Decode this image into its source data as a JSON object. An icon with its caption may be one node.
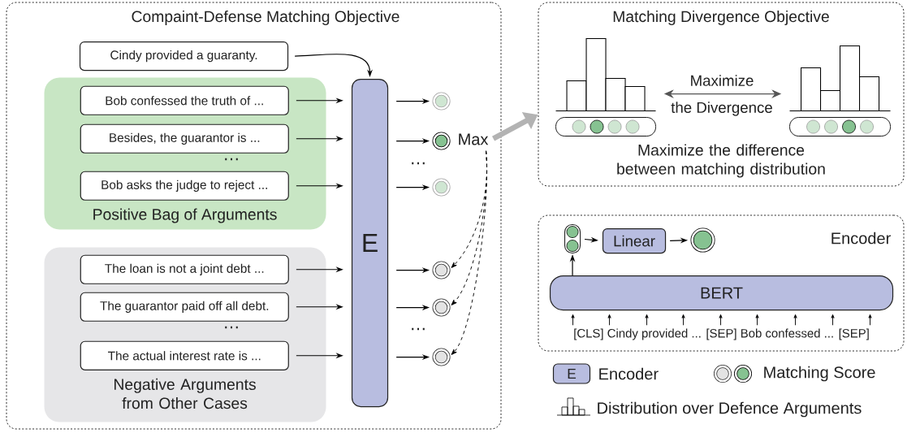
{
  "diagram": {
    "nodes": [
      {
        "text": [
          "Compaint-Defense Matching Objective"
        ]
      },
      {
        "text": [
          "Cindy provided a guaranty."
        ],
        "in": 0
      },
      {
        "text": [
          "Positive Bag of Arguments"
        ],
        "in": 0
      },
      {
        "text": [
          "Bob confessed the truth of ..."
        ],
        "in": 2
      },
      {
        "text": [
          "Besides, the guarantor is ..."
        ],
        "in": 2
      },
      {
        "text": [
          "Bob asks the judge to reject ..."
        ],
        "in": 2
      },
      {
        "text": [
          "Negative Arguments from Other Cases"
        ],
        "in": 0
      },
      {
        "text": [
          "The loan is not a joint debt ..."
        ],
        "in": 6
      },
      {
        "text": [
          "The guarantor paid off all debt."
        ],
        "in": 6
      },
      {
        "text": [
          "The actual interest rate is ..."
        ],
        "in": 6
      },
      {
        "text": [
          "E"
        ],
        "in": 0
      },
      {
        "text": [],
        "shape": "circle",
        "in": 0
      },
      {
        "text": [],
        "shape": "circle",
        "in": 0
      },
      {
        "text": [],
        "shape": "circle",
        "in": 0
      },
      {
        "text": [],
        "shape": "circle",
        "in": 0
      },
      {
        "text": [],
        "shape": "circle",
        "in": 0
      },
      {
        "text": [],
        "shape": "circle",
        "in": 0
      },
      {
        "text": [
          "Max"
        ],
        "in": 0
      },
      {
        "text": [
          "Matching Divergence Objective",
          "Maximize the difference between matching distribution"
        ]
      },
      {
        "text": [],
        "shape": "picture",
        "in": 18
      },
      {
        "text": [],
        "shape": "picture",
        "in": 18
      },
      {
        "text": [
          "Encoder"
        ]
      },
      {
        "text": [],
        "shape": "box",
        "in": 21
      },
      {
        "text": [
          "Linear"
        ],
        "in": 21
      },
      {
        "text": [],
        "shape": "circle",
        "in": 21
      },
      {
        "text": [
          "BERT"
        ],
        "in": 21
      },
      {
        "text": [
          "[CLS] Cindy provided ... [SEP] Bob confessed ... [SEP]"
        ],
        "in": 21
      }
    ],
    "edges": [
      {
        "from": 1,
        "to": 10,
        "arrow": "to"
      },
      {
        "from": 3,
        "to": 10,
        "arrow": "to"
      },
      {
        "from": 4,
        "to": 10,
        "arrow": "to"
      },
      {
        "from": 5,
        "to": 10,
        "arrow": "to"
      },
      {
        "from": 7,
        "to": 10,
        "arrow": "to"
      },
      {
        "from": 8,
        "to": 10,
        "arrow": "to"
      },
      {
        "from": 9,
        "to": 10,
        "arrow": "to"
      },
      {
        "from": 10,
        "to": 11,
        "arrow": "to"
      },
      {
        "from": 10,
        "to": 12,
        "arrow": "to"
      },
      {
        "from": 10,
        "to": 13,
        "arrow": "to"
      },
      {
        "from": 10,
        "to": 14,
        "arrow": "to"
      },
      {
        "from": 10,
        "to": 15,
        "arrow": "to"
      },
      {
        "from": 10,
        "to": 16,
        "arrow": "to"
      },
      {
        "from": 17,
        "to": 14,
        "arrow": "to",
        "style": "dashed"
      },
      {
        "from": 17,
        "to": 15,
        "arrow": "to",
        "style": "dashed"
      },
      {
        "from": 17,
        "to": 16,
        "arrow": "to",
        "style": "dashed"
      },
      {
        "from": 17,
        "to": 18,
        "arrow": "to",
        "style": "thick",
        "color": "#b3b3b3"
      },
      {
        "from": 19,
        "to": 20,
        "arrow": "both",
        "color": "#555555"
      },
      {
        "from": 26,
        "to": 25,
        "arrow": "to"
      },
      {
        "from": 26,
        "to": 25,
        "arrow": "to"
      },
      {
        "from": 26,
        "to": 25,
        "arrow": "to"
      },
      {
        "from": 26,
        "to": 25,
        "arrow": "to"
      },
      {
        "from": 26,
        "to": 25,
        "arrow": "to"
      },
      {
        "from": 26,
        "to": 25,
        "arrow": "to"
      },
      {
        "from": 26,
        "to": 25,
        "arrow": "to"
      },
      {
        "from": 26,
        "to": 25,
        "arrow": "to"
      },
      {
        "from": 26,
        "to": 25,
        "arrow": "to"
      },
      {
        "from": 25,
        "to": 22,
        "arrow": "to"
      },
      {
        "from": 22,
        "to": 23,
        "arrow": "to"
      },
      {
        "from": 23,
        "to": 24,
        "arrow": "to"
      }
    ],
    "labels": [
      "…",
      "…",
      "…",
      "…",
      "Maximize",
      "the Divergence",
      "E"
    ],
    "legend": [
      {
        "text": "Encoder"
      },
      {
        "text": "Matching Score"
      },
      {
        "text": "Distribution over Defence Arguments"
      }
    ]
  }
}
